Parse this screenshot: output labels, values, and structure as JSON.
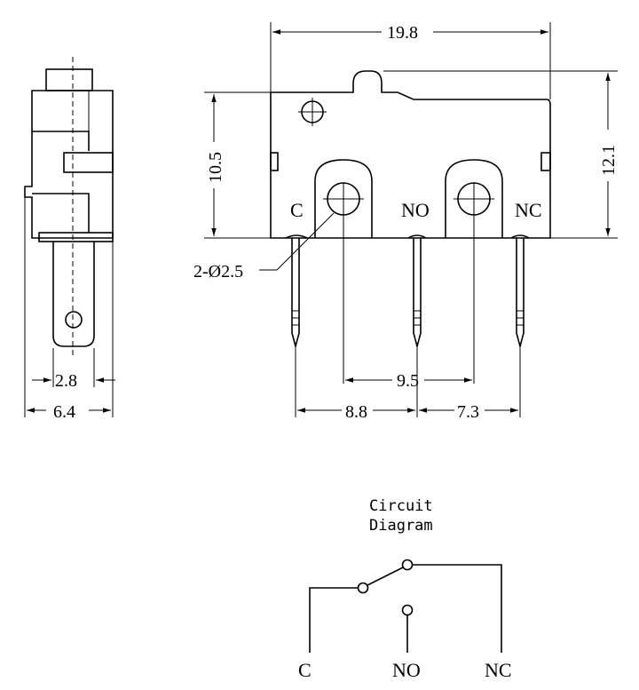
{
  "dimensions": {
    "overall_width": "19.8",
    "body_height": "10.5",
    "overall_height": "12.1",
    "hole_callout": "2-Ø2.5",
    "terminal_width": "2.8",
    "side_width": "6.4",
    "c_to_no": "8.8",
    "no_to_nc": "7.3",
    "hole_spacing": "9.5"
  },
  "terminals": {
    "c": "C",
    "no": "NO",
    "nc": "NC"
  },
  "circuit": {
    "title_line1": "Circuit",
    "title_line2": "Diagram",
    "label_c": "C",
    "label_no": "NO",
    "label_nc": "NC"
  }
}
